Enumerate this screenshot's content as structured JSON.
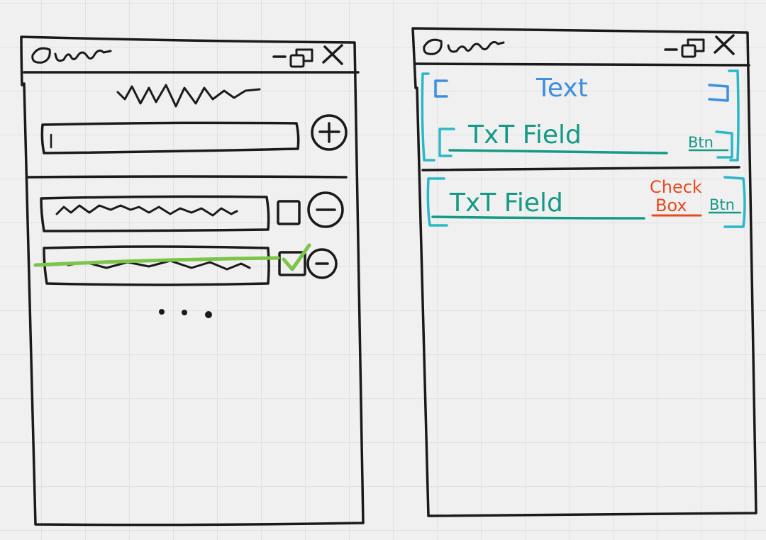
{
  "colors": {
    "ink": "#1a1a1a",
    "strike": "#7cc44a",
    "text_label": "#3d8fe0",
    "field_label": "#149a86",
    "bracket": "#2ab7c9",
    "checkbox_label": "#e84a22"
  },
  "left_wireframe": {
    "icons": [
      "logo-scribble",
      "minimize-icon",
      "restore-icon",
      "close-icon",
      "plus-icon",
      "minus-icon",
      "checkmark-icon"
    ],
    "todo_items": [
      {
        "checked": false
      },
      {
        "checked": true
      }
    ],
    "more_indicator": "..."
  },
  "right_wireframe": {
    "icons": [
      "logo-scribble",
      "minimize-icon",
      "restore-icon",
      "close-icon"
    ],
    "header_text": "Text",
    "header_field_label": "TxT Field",
    "header_button_label": "Btn",
    "item_field_label": "TxT Field",
    "item_checkbox_label_line1": "Check",
    "item_checkbox_label_line2": "Box",
    "item_button_label": "Btn"
  }
}
